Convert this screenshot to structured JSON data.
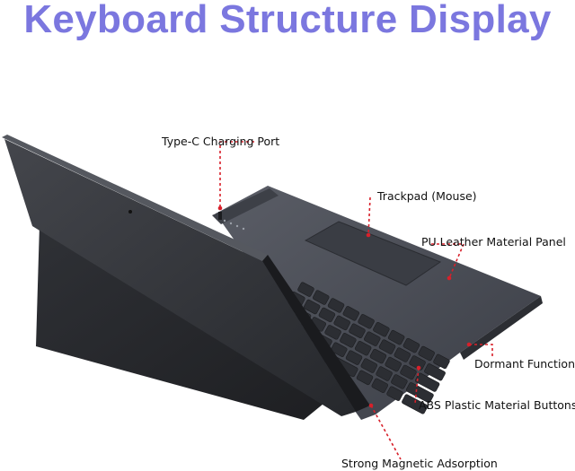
{
  "title": "Keyboard Structure Display",
  "callouts": {
    "type_c": "Type-C Charging Port",
    "trackpad": "Trackpad (Mouse)",
    "pu_leather": "PU Leather Material Panel",
    "dormant": "Dormant Function",
    "abs_buttons": "ABS Plastic Material Buttons",
    "magnetic": "Strong Magnetic Adsorption"
  },
  "colors": {
    "title": "#7b77df",
    "callout_line": "#d8202a",
    "device_body": "#2b2d31",
    "keyboard_deck": "#4a4d55"
  }
}
